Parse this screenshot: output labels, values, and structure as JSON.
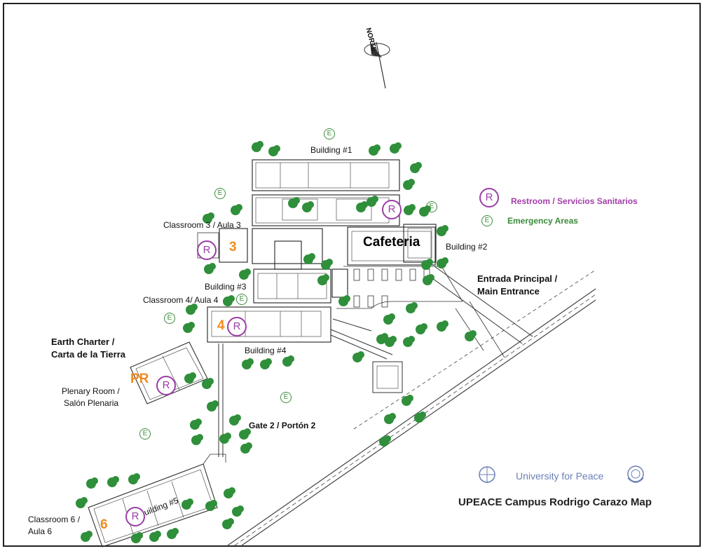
{
  "map": {
    "title": "UPEACE Campus Rodrigo Carazo Map",
    "organization": "University for Peace",
    "north_label": "NORTE"
  },
  "legend": {
    "restroom_symbol": "R",
    "restroom_text": "Restroom / Servicios Sanitarios",
    "emergency_symbol": "E",
    "emergency_text": "Emergency Areas"
  },
  "labels": {
    "building1": "Building #1",
    "building2": "Building #2",
    "building3": "Building #3",
    "building4": "Building #4",
    "building5": "Building #5",
    "cafeteria": "Cafeteria",
    "classroom3": "Classroom 3 / Aula 3",
    "classroom4": "Classroom 4/ Aula 4",
    "classroom6_line1": "Classroom 6 /",
    "classroom6_line2": "Aula 6",
    "earth_line1": "Earth Charter /",
    "earth_line2": "Carta de la Tierra",
    "plenary_line1": "Plenary Room /",
    "plenary_line2": "Salón Plenaria",
    "main_entrance_line1": "Entrada Principal /",
    "main_entrance_line2": "Main Entrance",
    "gate2": "Gate 2 / Portón 2"
  },
  "room_numbers": {
    "aula3": "3",
    "aula4": "4",
    "aula6": "6",
    "plenary": "PR"
  },
  "colors": {
    "restroom": "#9b3ea6",
    "emergency": "#3c8c3c",
    "room_number": "#f28b1d",
    "tree": "#2f8f3a",
    "org_text": "#6b7fb5"
  }
}
